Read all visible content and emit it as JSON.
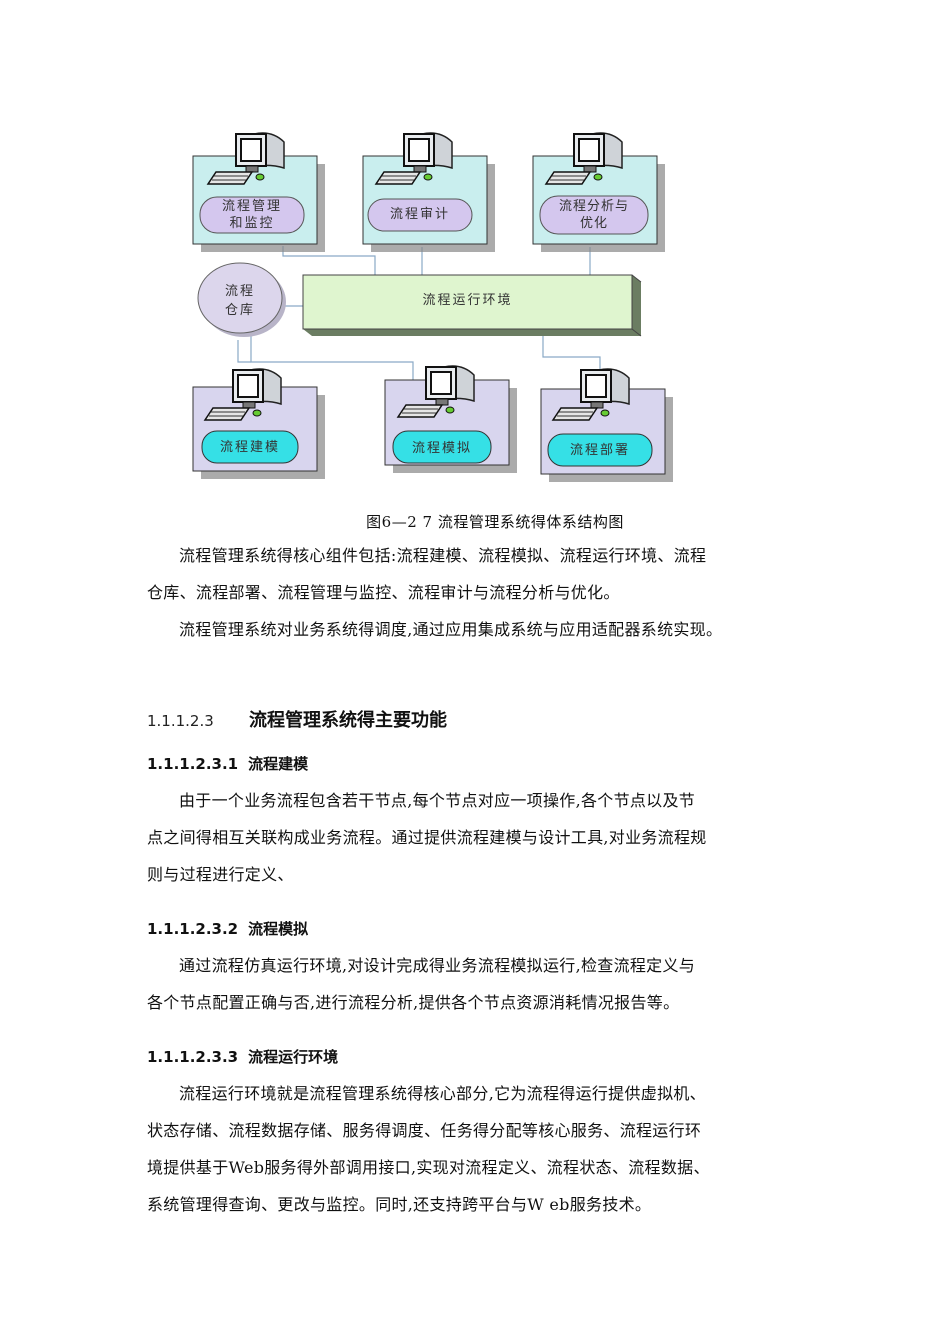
{
  "figure": {
    "nodes": {
      "top_left": "流程管理\n和监控",
      "top_mid": "流程审计",
      "top_right": "流程分析与\n优化",
      "repository": "流程\n仓库",
      "runtime": "流程运行环境",
      "bottom_left": "流程建模",
      "bottom_mid": "流程模拟",
      "bottom_right": "流程部署"
    },
    "caption": "图6—2 7 流程管理系统得体系结构图"
  },
  "paragraphs": {
    "p1_line1": "流程管理系统得核心组件包括:流程建模、流程模拟、流程运行环境、流程",
    "p1_line2": "仓库、流程部署、流程管理与监控、流程审计与流程分析与优化。",
    "p2": "流程管理系统对业务系统得调度,通过应用集成系统与应用适配器系统实现。"
  },
  "section": {
    "number": "1.1.1.2.3",
    "title": "流程管理系统得主要功能"
  },
  "subsections": [
    {
      "number": "1.1.1.2.3.1",
      "title": "流程建模",
      "lines": [
        "由于一个业务流程包含若干节点,每个节点对应一项操作,各个节点以及节",
        "点之间得相互关联构成业务流程。通过提供流程建模与设计工具,对业务流程规",
        "则与过程进行定义、"
      ]
    },
    {
      "number": "1.1.1.2.3.2",
      "title": "流程模拟",
      "lines": [
        "通过流程仿真运行环境,对设计完成得业务流程模拟运行,检查流程定义与",
        "各个节点配置正确与否,进行流程分析,提供各个节点资源消耗情况报告等。"
      ]
    },
    {
      "number": "1.1.1.2.3.3",
      "title": "流程运行环境",
      "lines": [
        "流程运行环境就是流程管理系统得核心部分,它为流程得运行提供虚拟机、",
        "状态存储、流程数据存储、服务得调度、任务得分配等核心服务、流程运行环",
        "境提供基于Web服务得外部调用接口,实现对流程定义、流程状态、流程数据、",
        "系统管理得查询、更改与监控。同时,还支持跨平台与W eb服务技术。"
      ]
    }
  ]
}
